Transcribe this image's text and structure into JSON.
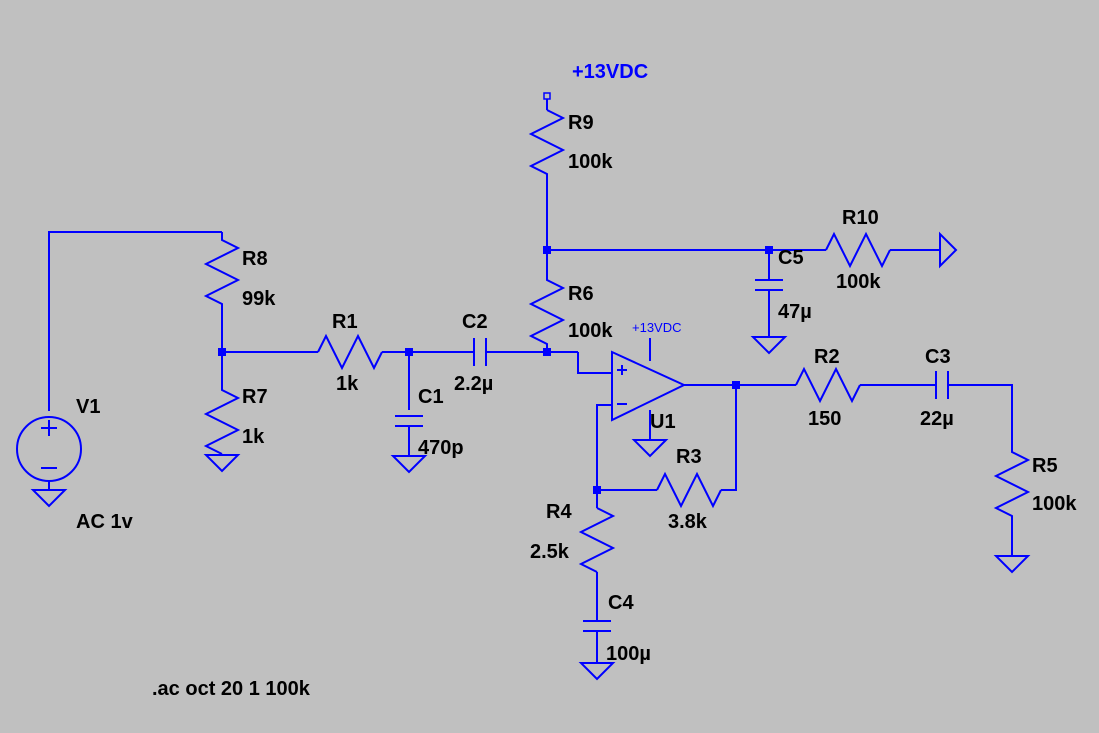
{
  "components": {
    "r1": {
      "name": "R1",
      "value": "1k"
    },
    "r2": {
      "name": "R2",
      "value": "150"
    },
    "r3": {
      "name": "R3",
      "value": "3.8k"
    },
    "r4": {
      "name": "R4",
      "value": "2.5k"
    },
    "r5": {
      "name": "R5",
      "value": "100k"
    },
    "r6": {
      "name": "R6",
      "value": "100k"
    },
    "r7": {
      "name": "R7",
      "value": "1k"
    },
    "r8": {
      "name": "R8",
      "value": "99k"
    },
    "r9": {
      "name": "R9",
      "value": "100k"
    },
    "r10": {
      "name": "R10",
      "value": "100k"
    },
    "c1": {
      "name": "C1",
      "value": "470p"
    },
    "c2": {
      "name": "C2",
      "value": "2.2µ"
    },
    "c3": {
      "name": "C3",
      "value": "22µ"
    },
    "c4": {
      "name": "C4",
      "value": "100µ"
    },
    "c5": {
      "name": "C5",
      "value": "47µ"
    },
    "v1": {
      "name": "V1",
      "value": "AC 1v"
    },
    "u1": {
      "name": "U1",
      "supply": "+13VDC"
    }
  },
  "supply_label": "+13VDC",
  "directive": ".ac oct 20 1 100k",
  "colors": {
    "background": "#c0c0c0",
    "wire": "#0000ff",
    "text": "#000000",
    "supply_text": "#0000ff"
  }
}
